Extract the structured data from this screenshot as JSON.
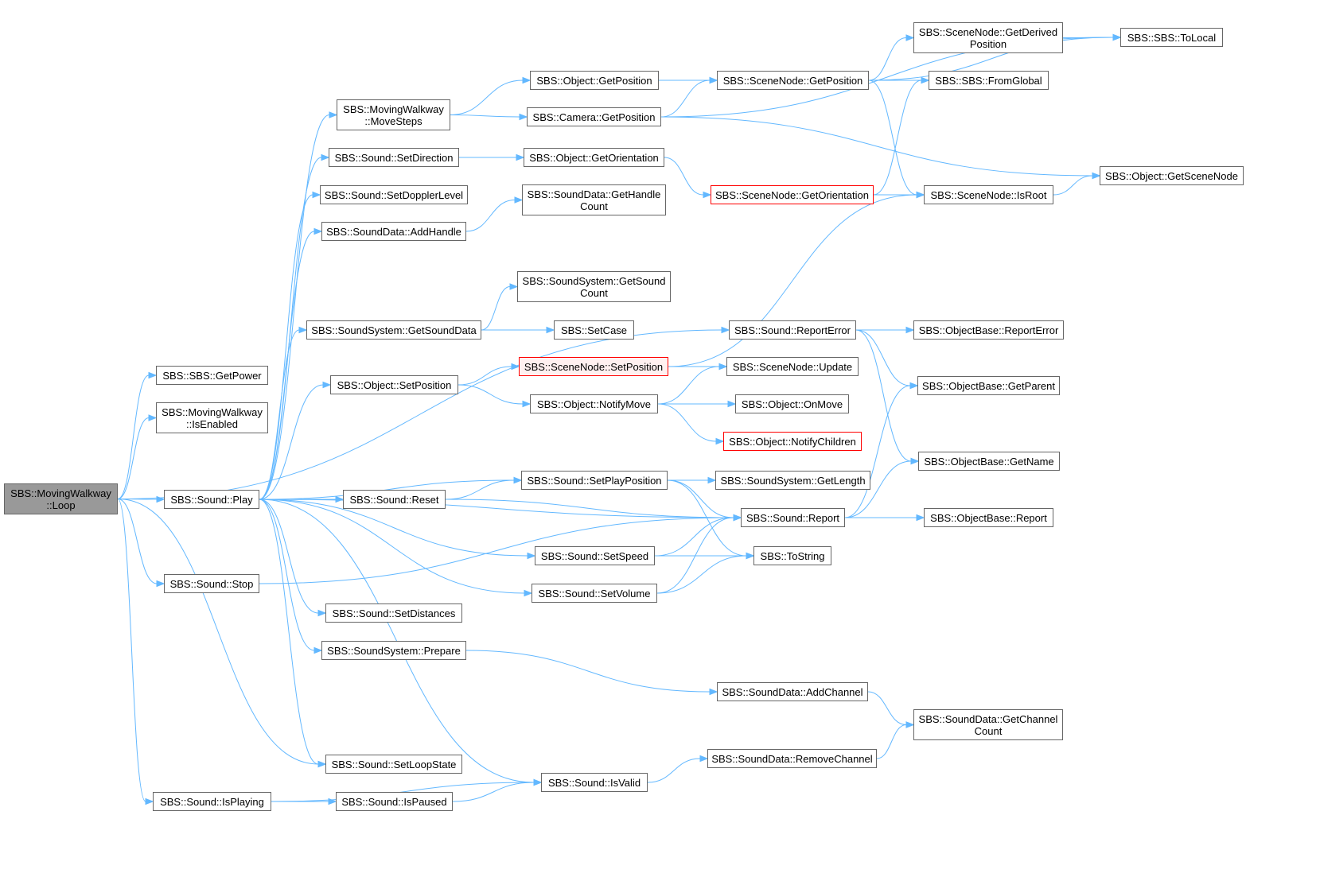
{
  "diagram": {
    "colors": {
      "edge": "#63b8ff",
      "node_border": "#666666",
      "root_fill": "#999999",
      "truncated_border": "#ff0000",
      "highlight_fill": "#fff0f0"
    },
    "nodes": {
      "n0": "SBS::MovingWalkway\n::Loop",
      "n1": "SBS::SBS::GetPower",
      "n2": "SBS::MovingWalkway\n::IsEnabled",
      "n3": "SBS::Sound::Play",
      "n4": "SBS::Sound::Stop",
      "n5": "SBS::Sound::IsPlaying",
      "n6": "SBS::MovingWalkway\n::MoveSteps",
      "n7": "SBS::Sound::SetDirection",
      "n8": "SBS::Sound::SetDopplerLevel",
      "n9": "SBS::SoundData::AddHandle",
      "n10": "SBS::SoundSystem::GetSoundData",
      "n11": "SBS::Object::SetPosition",
      "n12": "SBS::Sound::Reset",
      "n13": "SBS::Sound::SetDistances",
      "n14": "SBS::SoundSystem::Prepare",
      "n15": "SBS::Sound::SetLoopState",
      "n16": "SBS::Sound::IsPaused",
      "n17": "SBS::Object::GetPosition",
      "n18": "SBS::Camera::GetPosition",
      "n19": "SBS::Object::GetOrientation",
      "n20": "SBS::SoundData::GetHandle\nCount",
      "n21": "SBS::SoundSystem::GetSound\nCount",
      "n22": "SBS::SetCase",
      "n23": "SBS::SceneNode::SetPosition",
      "n24": "SBS::Object::NotifyMove",
      "n25": "SBS::Sound::SetPlayPosition",
      "n26": "SBS::Sound::SetSpeed",
      "n27": "SBS::Sound::SetVolume",
      "n28": "SBS::Sound::IsValid",
      "n29": "SBS::SceneNode::GetPosition",
      "n30": "SBS::SceneNode::GetOrientation",
      "n31": "SBS::Sound::ReportError",
      "n32": "SBS::SceneNode::Update",
      "n33": "SBS::Object::OnMove",
      "n34": "SBS::Object::NotifyChildren",
      "n35": "SBS::SoundSystem::GetLength",
      "n36": "SBS::Sound::Report",
      "n37": "SBS::ToString",
      "n38": "SBS::SoundData::AddChannel",
      "n39": "SBS::SoundData::RemoveChannel",
      "n40": "SBS::SceneNode::GetDerived\nPosition",
      "n41": "SBS::SBS::FromGlobal",
      "n42": "SBS::SceneNode::IsRoot",
      "n43": "SBS::ObjectBase::ReportError",
      "n44": "SBS::ObjectBase::GetParent",
      "n45": "SBS::ObjectBase::GetName",
      "n46": "SBS::ObjectBase::Report",
      "n47": "SBS::SoundData::GetChannel\nCount",
      "n48": "SBS::SBS::ToLocal",
      "n49": "SBS::Object::GetSceneNode"
    },
    "edges": [
      [
        "n0",
        "n1"
      ],
      [
        "n0",
        "n2"
      ],
      [
        "n0",
        "n3"
      ],
      [
        "n0",
        "n4"
      ],
      [
        "n0",
        "n5"
      ],
      [
        "n0",
        "n15"
      ],
      [
        "n0",
        "n31"
      ],
      [
        "n3",
        "n6"
      ],
      [
        "n3",
        "n7"
      ],
      [
        "n3",
        "n8"
      ],
      [
        "n3",
        "n9"
      ],
      [
        "n3",
        "n10"
      ],
      [
        "n3",
        "n11"
      ],
      [
        "n3",
        "n12"
      ],
      [
        "n3",
        "n13"
      ],
      [
        "n3",
        "n14"
      ],
      [
        "n3",
        "n15"
      ],
      [
        "n3",
        "n25"
      ],
      [
        "n3",
        "n26"
      ],
      [
        "n3",
        "n27"
      ],
      [
        "n3",
        "n28"
      ],
      [
        "n3",
        "n36"
      ],
      [
        "n4",
        "n36"
      ],
      [
        "n5",
        "n16"
      ],
      [
        "n5",
        "n28"
      ],
      [
        "n6",
        "n17"
      ],
      [
        "n6",
        "n18"
      ],
      [
        "n7",
        "n19"
      ],
      [
        "n9",
        "n20"
      ],
      [
        "n10",
        "n21"
      ],
      [
        "n10",
        "n22"
      ],
      [
        "n11",
        "n23"
      ],
      [
        "n11",
        "n24"
      ],
      [
        "n12",
        "n25"
      ],
      [
        "n12",
        "n36"
      ],
      [
        "n14",
        "n38"
      ],
      [
        "n16",
        "n28"
      ],
      [
        "n17",
        "n29"
      ],
      [
        "n18",
        "n29"
      ],
      [
        "n18",
        "n48"
      ],
      [
        "n18",
        "n49"
      ],
      [
        "n19",
        "n30"
      ],
      [
        "n23",
        "n42"
      ],
      [
        "n23",
        "n32"
      ],
      [
        "n24",
        "n32"
      ],
      [
        "n24",
        "n33"
      ],
      [
        "n24",
        "n34"
      ],
      [
        "n25",
        "n35"
      ],
      [
        "n25",
        "n36"
      ],
      [
        "n25",
        "n37"
      ],
      [
        "n26",
        "n36"
      ],
      [
        "n26",
        "n37"
      ],
      [
        "n27",
        "n36"
      ],
      [
        "n27",
        "n37"
      ],
      [
        "n28",
        "n39"
      ],
      [
        "n29",
        "n40"
      ],
      [
        "n29",
        "n41"
      ],
      [
        "n29",
        "n42"
      ],
      [
        "n29",
        "n48"
      ],
      [
        "n30",
        "n41"
      ],
      [
        "n30",
        "n42"
      ],
      [
        "n31",
        "n43"
      ],
      [
        "n31",
        "n44"
      ],
      [
        "n31",
        "n45"
      ],
      [
        "n36",
        "n44"
      ],
      [
        "n36",
        "n45"
      ],
      [
        "n36",
        "n46"
      ],
      [
        "n38",
        "n47"
      ],
      [
        "n39",
        "n47"
      ],
      [
        "n40",
        "n48"
      ],
      [
        "n42",
        "n49"
      ]
    ]
  }
}
